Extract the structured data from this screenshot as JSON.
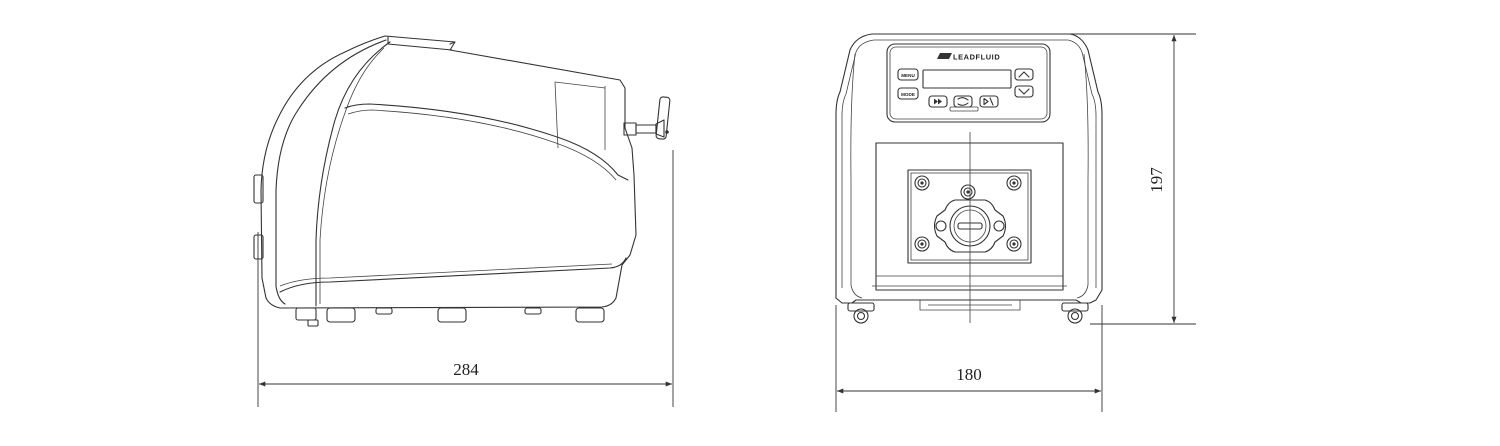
{
  "figure": {
    "side_view": {
      "width_dimension": "284"
    },
    "front_view": {
      "width_dimension": "180",
      "height_dimension": "197"
    },
    "control_panel": {
      "brand": "LEADFLUID",
      "button_menu": "MENU",
      "button_mode": "MODE"
    }
  }
}
